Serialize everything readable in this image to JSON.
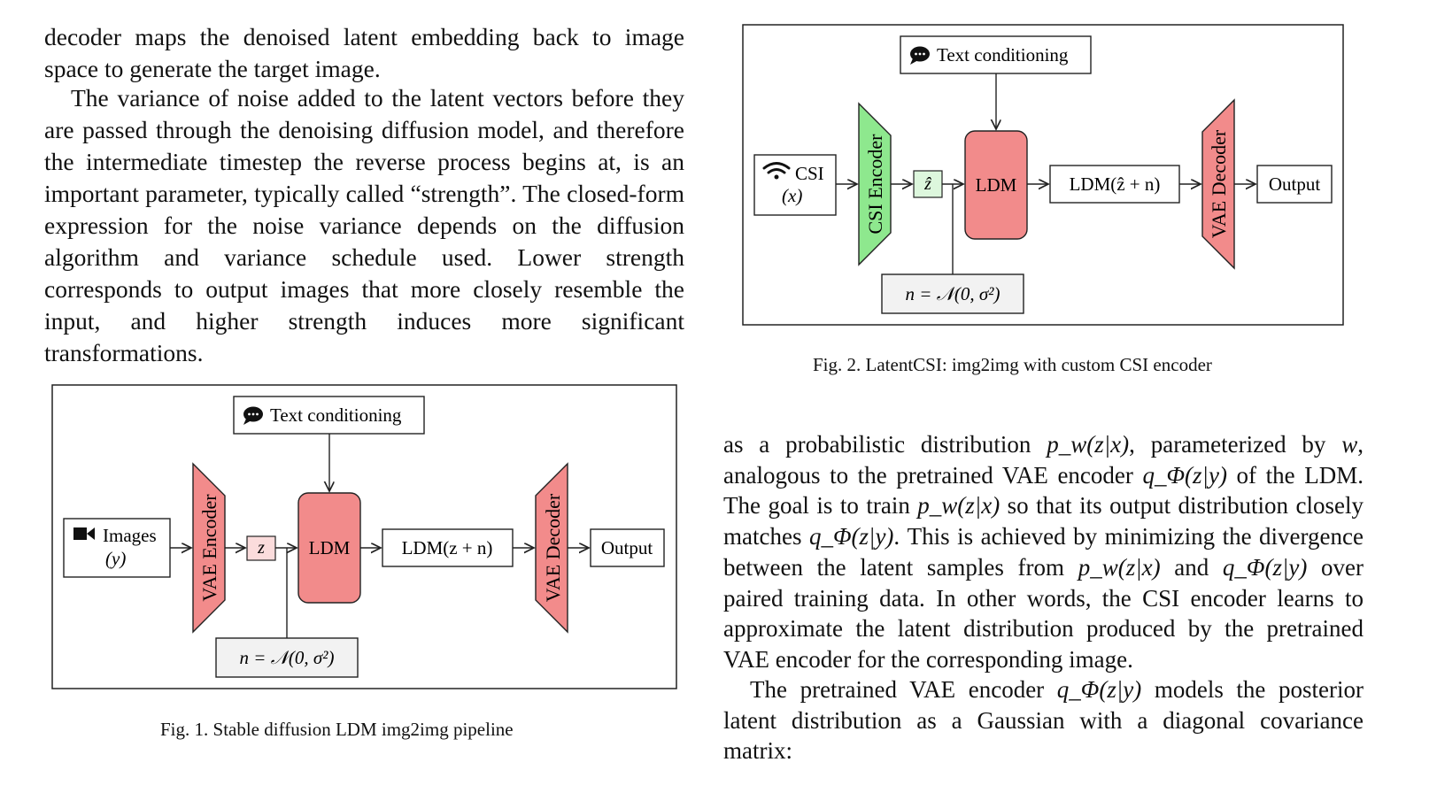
{
  "left_column": {
    "para1": "decoder maps the denoised latent embedding back to image space to generate the target image.",
    "para2": "The variance of noise added to the latent vectors before they are passed through the denoising diffusion model, and therefore the intermediate timestep the reverse process begins at, is an important parameter, typically called “strength”. The closed-form expression for the noise variance depends on the diffusion algorithm and variance schedule used. Lower strength corresponds to output images that more closely resemble the input, and higher strength induces more significant transformations."
  },
  "figure1": {
    "caption": "Fig. 1.  Stable diffusion LDM img2img pipeline",
    "text_conditioning": "Text conditioning",
    "input_label": "Images",
    "input_var": "(y)",
    "encoder": "VAE Encoder",
    "latent": "z",
    "ldm": "LDM",
    "ldm_out": "LDM(z + n)",
    "decoder": "VAE Decoder",
    "output": "Output",
    "noise": "n = 𝒩(0, σ²)",
    "colors": {
      "encoder": "#f28b8b",
      "ldm": "#f28b8b",
      "latent": "#fbdcdc"
    }
  },
  "figure2": {
    "caption": "Fig. 2.  LatentCSI: img2img with custom CSI encoder",
    "text_conditioning": "Text conditioning",
    "input_label": "CSI",
    "input_var": "(x)",
    "encoder": "CSI Encoder",
    "latent": "ẑ",
    "ldm": "LDM",
    "ldm_out": "LDM(ẑ + n)",
    "decoder": "VAE Decoder",
    "output": "Output",
    "noise": "n = 𝒩(0, σ²)",
    "colors": {
      "encoder": "#8ee88e",
      "ldm": "#f28b8b",
      "latent": "#ddf7dd"
    }
  },
  "right_column": {
    "para1_l1a": "as a probabilistic distribution ",
    "para1_m1": "p_w(z|x)",
    "para1_l1b": ", parameterized by ",
    "para1_m2": "w",
    "para1_l1c": ", analogous to the pretrained VAE encoder ",
    "para1_m3": "q_Φ(z|y)",
    "para1_l1d": " of the LDM. The goal is to train ",
    "para1_m4": "p_w(z|x)",
    "para1_l1e": " so that its output distribution closely matches ",
    "para1_m5": "q_Φ(z|y)",
    "para1_l1f": ". This is achieved by minimizing the divergence between the latent samples from ",
    "para1_m6": "p_w(z|x)",
    "para1_l1g": " and ",
    "para1_m7": "q_Φ(z|y)",
    "para1_l1h": " over paired training data. In other words, the CSI encoder learns to approximate the latent distribution produced by the pretrained VAE encoder for the corresponding image.",
    "para2_a": "The pretrained VAE encoder ",
    "para2_m1": "q_Φ(z|y)",
    "para2_b": " models the posterior latent distribution as a Gaussian with a diagonal covariance matrix:"
  }
}
